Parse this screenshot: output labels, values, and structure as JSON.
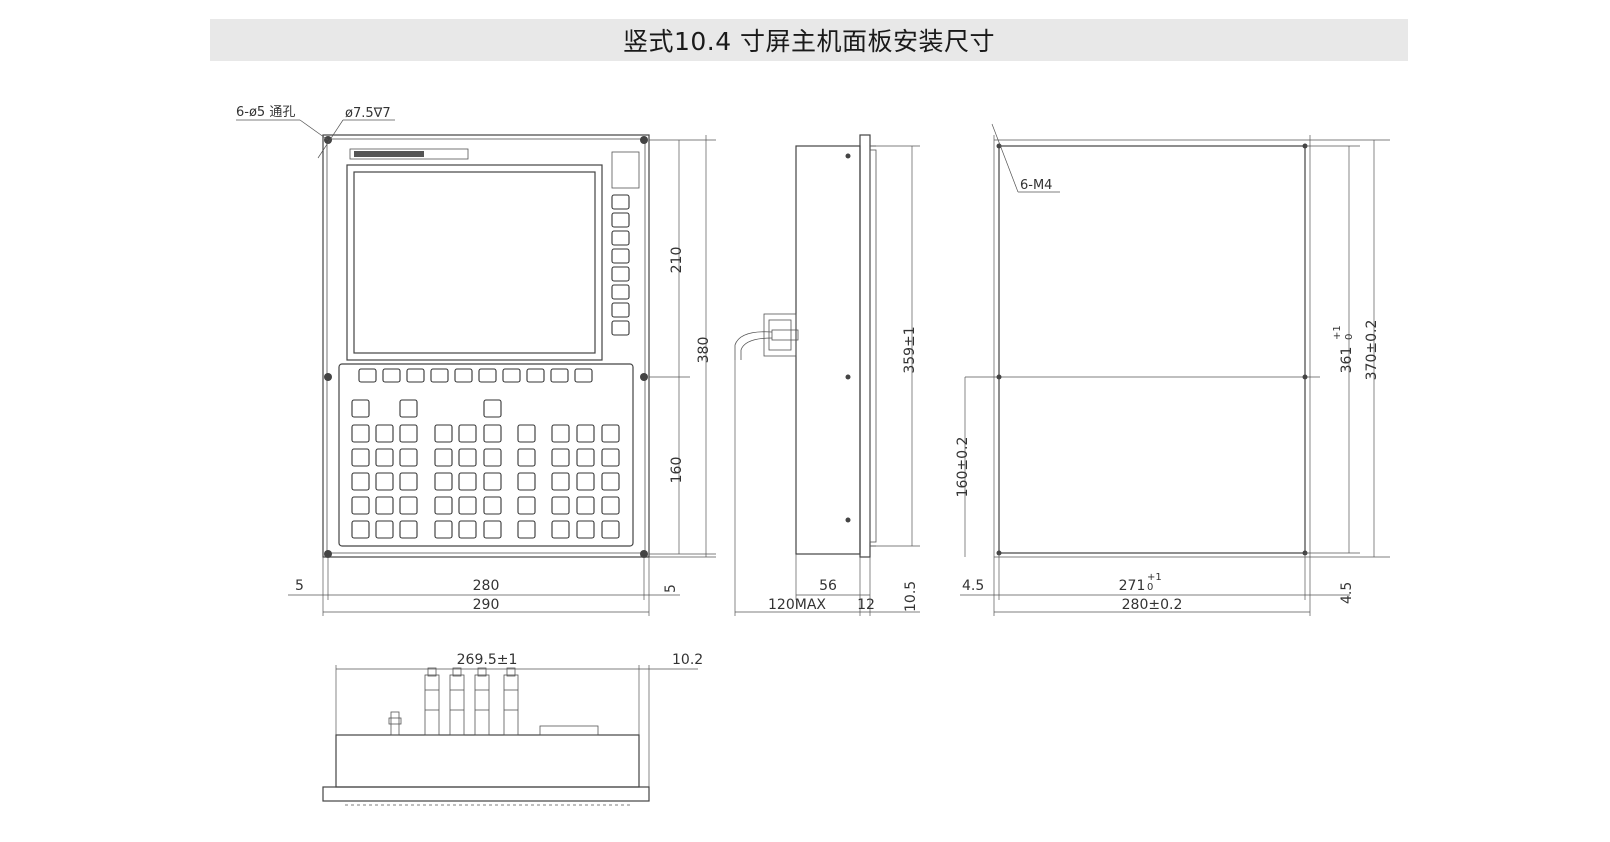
{
  "title": "竖式10.4 寸屏主机面板安装尺寸",
  "front_view": {
    "hole_note": "6-ø5 通孔",
    "counterbore_note": "ø7.5∇7",
    "dim_210": "210",
    "dim_380": "380",
    "dim_160": "160",
    "dim_280": "280",
    "dim_290": "290",
    "dim_5_left": "5",
    "dim_5_right": "5"
  },
  "side_view": {
    "dim_359": "359±1",
    "dim_56": "56",
    "dim_120max": "120MAX",
    "dim_12": "12",
    "dim_10_5": "10.5"
  },
  "cutout_view": {
    "thread_note": "6-M4",
    "dim_160": "160±0.2",
    "dim_361": "361",
    "dim_361_tol_upper": "+1",
    "dim_361_tol_lower": "0",
    "dim_370": "370±0.2",
    "dim_4_5_left": "4.5",
    "dim_271": "271",
    "dim_271_tol_upper": "+1",
    "dim_271_tol_lower": "0",
    "dim_280": "280±0.2",
    "dim_4_5_right": "4.5"
  },
  "bottom_view": {
    "dim_269_5": "269.5±1",
    "dim_10_2": "10.2"
  }
}
